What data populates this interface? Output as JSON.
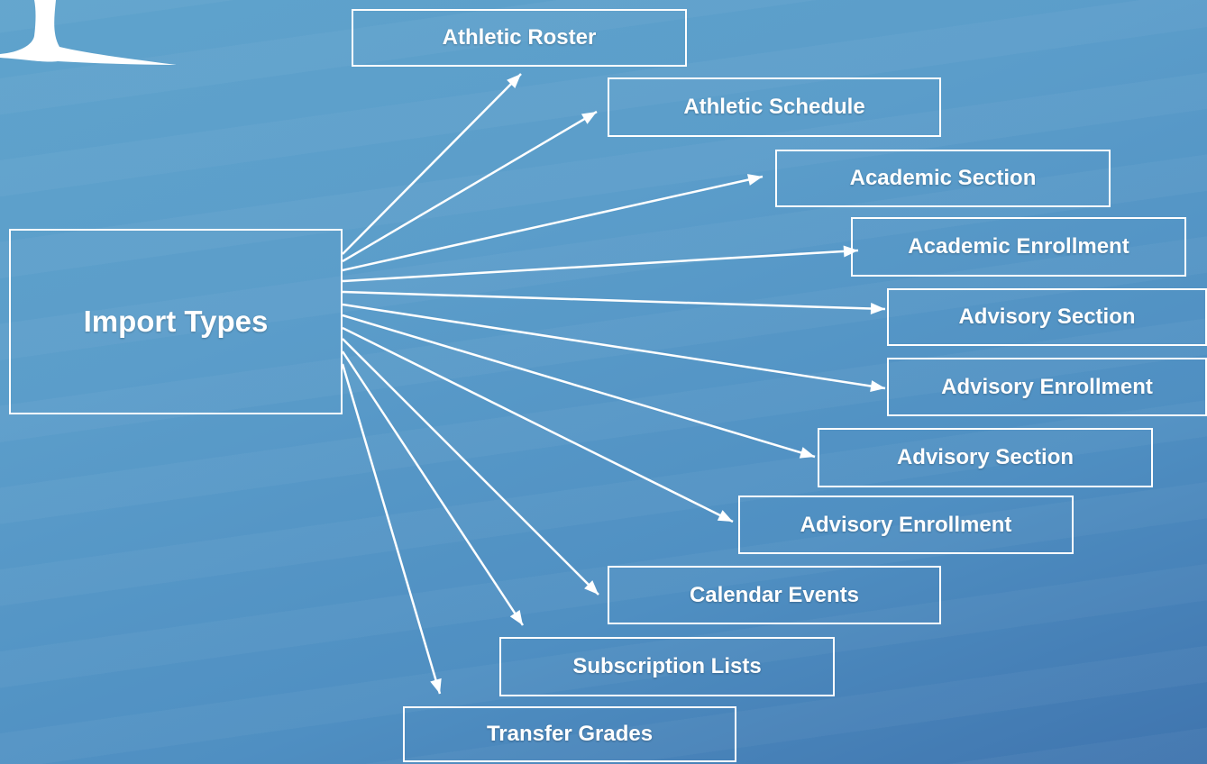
{
  "diagram": {
    "source": {
      "label": "Import Types"
    },
    "targets": [
      {
        "label": "Athletic Roster"
      },
      {
        "label": "Athletic Schedule"
      },
      {
        "label": "Academic Section"
      },
      {
        "label": "Academic Enrollment"
      },
      {
        "label": "Advisory Section"
      },
      {
        "label": "Advisory Enrollment"
      },
      {
        "label": "Advisory Section"
      },
      {
        "label": "Advisory Enrollment"
      },
      {
        "label": "Calendar Events"
      },
      {
        "label": "Subscription Lists"
      },
      {
        "label": "Transfer Grades"
      }
    ]
  },
  "colors": {
    "line": "#ffffff",
    "text": "#ffffff",
    "background": "#5b9dca"
  }
}
